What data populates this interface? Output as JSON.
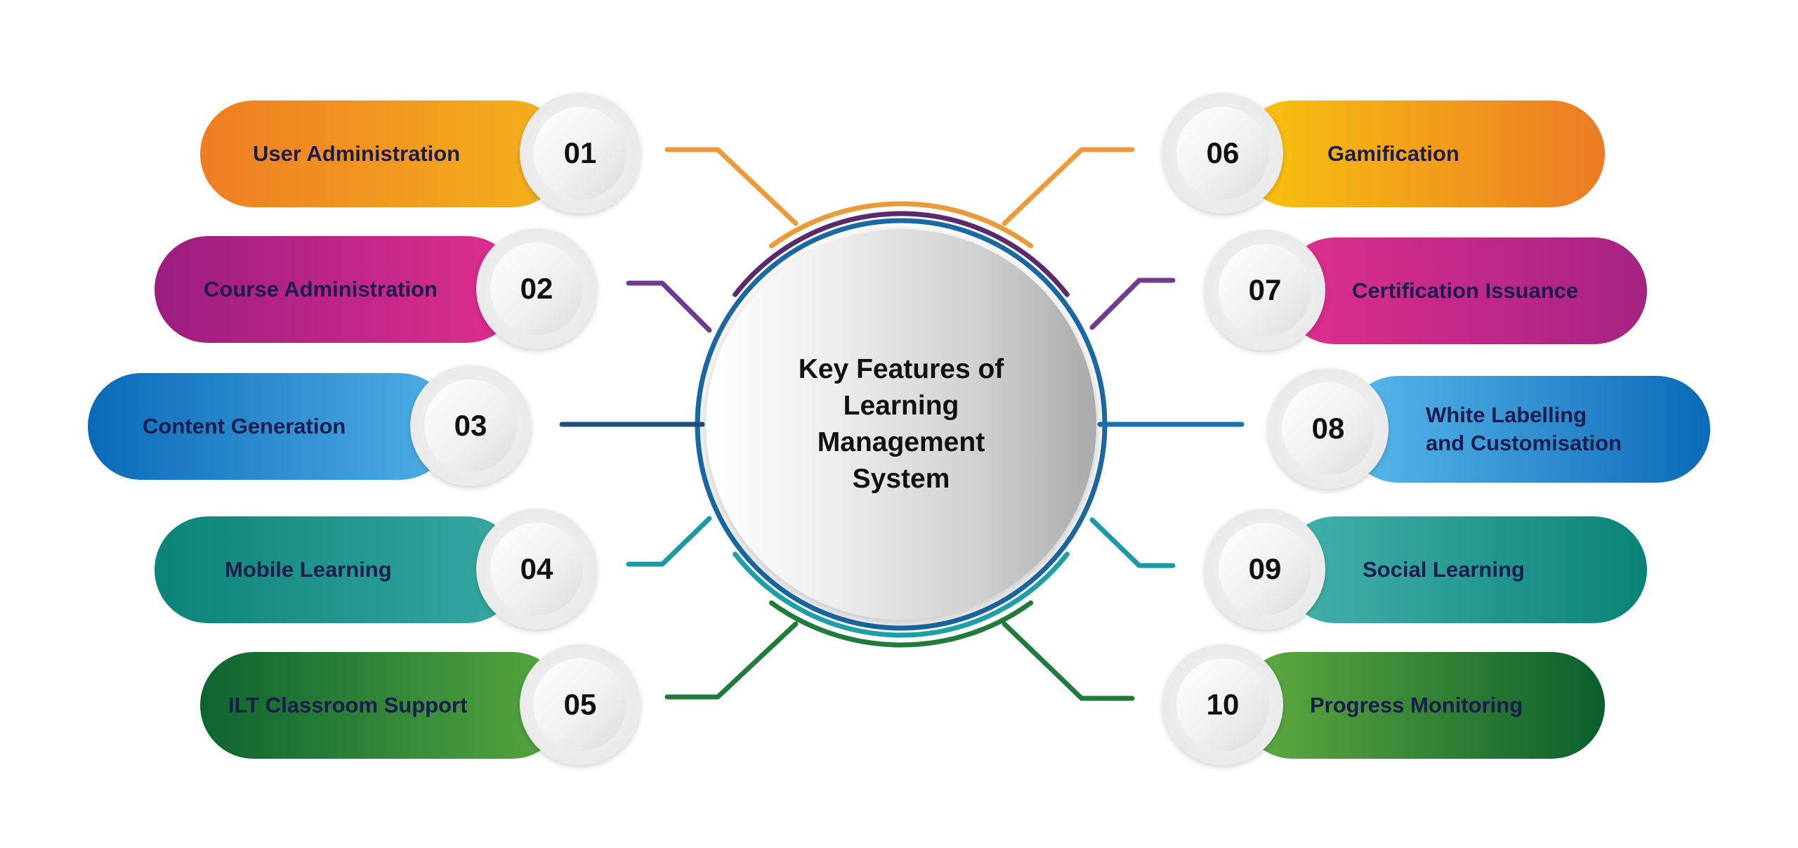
{
  "title": "Key Features of Learning Management System",
  "features": [
    {
      "num": "01",
      "label": "User Administration",
      "colors": [
        "#ee7d23",
        "#f5b21c"
      ]
    },
    {
      "num": "02",
      "label": "Course Administration",
      "colors": [
        "#9b1d80",
        "#df2f8e"
      ]
    },
    {
      "num": "03",
      "label": "Content Generation",
      "colors": [
        "#0b6ab8",
        "#4fb0e6"
      ]
    },
    {
      "num": "04",
      "label": "Mobile Learning",
      "colors": [
        "#0b8378",
        "#36a9a3"
      ]
    },
    {
      "num": "05",
      "label": "ILT Classroom Support",
      "colors": [
        "#0d6430",
        "#57a83f"
      ]
    },
    {
      "num": "06",
      "label": "Gamification",
      "colors": [
        "#f8c40e",
        "#ec7b25"
      ]
    },
    {
      "num": "07",
      "label": "Certification Issuance",
      "colors": [
        "#df2f8e",
        "#a52383"
      ]
    },
    {
      "num": "08",
      "label": "White Labelling\nand Customisation",
      "colors": [
        "#5ab9eb",
        "#0b6ab8"
      ]
    },
    {
      "num": "09",
      "label": "Social Learning",
      "colors": [
        "#45b2ad",
        "#0a8377"
      ]
    },
    {
      "num": "10",
      "label": "Progress Monitoring",
      "colors": [
        "#62ad41",
        "#0b5e2b"
      ]
    }
  ],
  "connector_colors": {
    "01": "#ec9a3a",
    "02": "#6e3c8e",
    "03": "#1f4f80",
    "04": "#1a9aa7",
    "05": "#1f7a3c",
    "06": "#ec9a3a",
    "07": "#6e3c8e",
    "08": "#1a6fb5",
    "09": "#1a9aa7",
    "10": "#1f7a3c"
  },
  "ring_colors": [
    "#e89b3a",
    "#5a2a6e",
    "#1b6aa5",
    "#1fa0a8",
    "#1f7a3c"
  ]
}
